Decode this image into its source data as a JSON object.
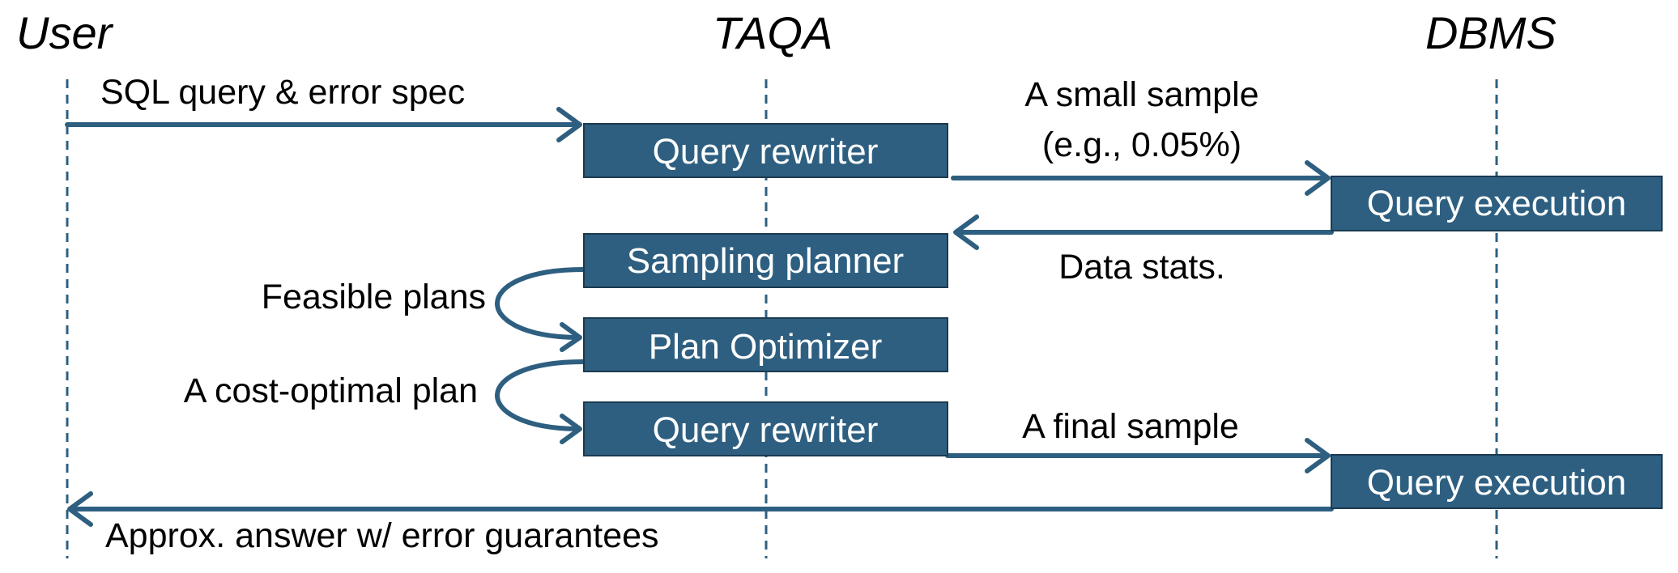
{
  "lifelines": {
    "user": "User",
    "taqa": "TAQA",
    "dbms": "DBMS"
  },
  "boxes": {
    "query_rewriter_1": "Query rewriter",
    "sampling_planner": "Sampling planner",
    "plan_optimizer": "Plan Optimizer",
    "query_rewriter_2": "Query rewriter",
    "query_execution_1": "Query execution",
    "query_execution_2": "Query execution"
  },
  "messages": {
    "sql_query": "SQL query & error spec",
    "small_sample_line1": "A small sample",
    "small_sample_line2": "(e.g., 0.05%)",
    "data_stats": "Data stats.",
    "feasible_plans": "Feasible plans",
    "cost_optimal_plan": "A cost-optimal plan",
    "final_sample": "A final sample",
    "approx_answer": "Approx. answer w/ error guarantees"
  },
  "colors": {
    "box_fill": "#2e5f80",
    "arrow": "#2e5f80"
  }
}
